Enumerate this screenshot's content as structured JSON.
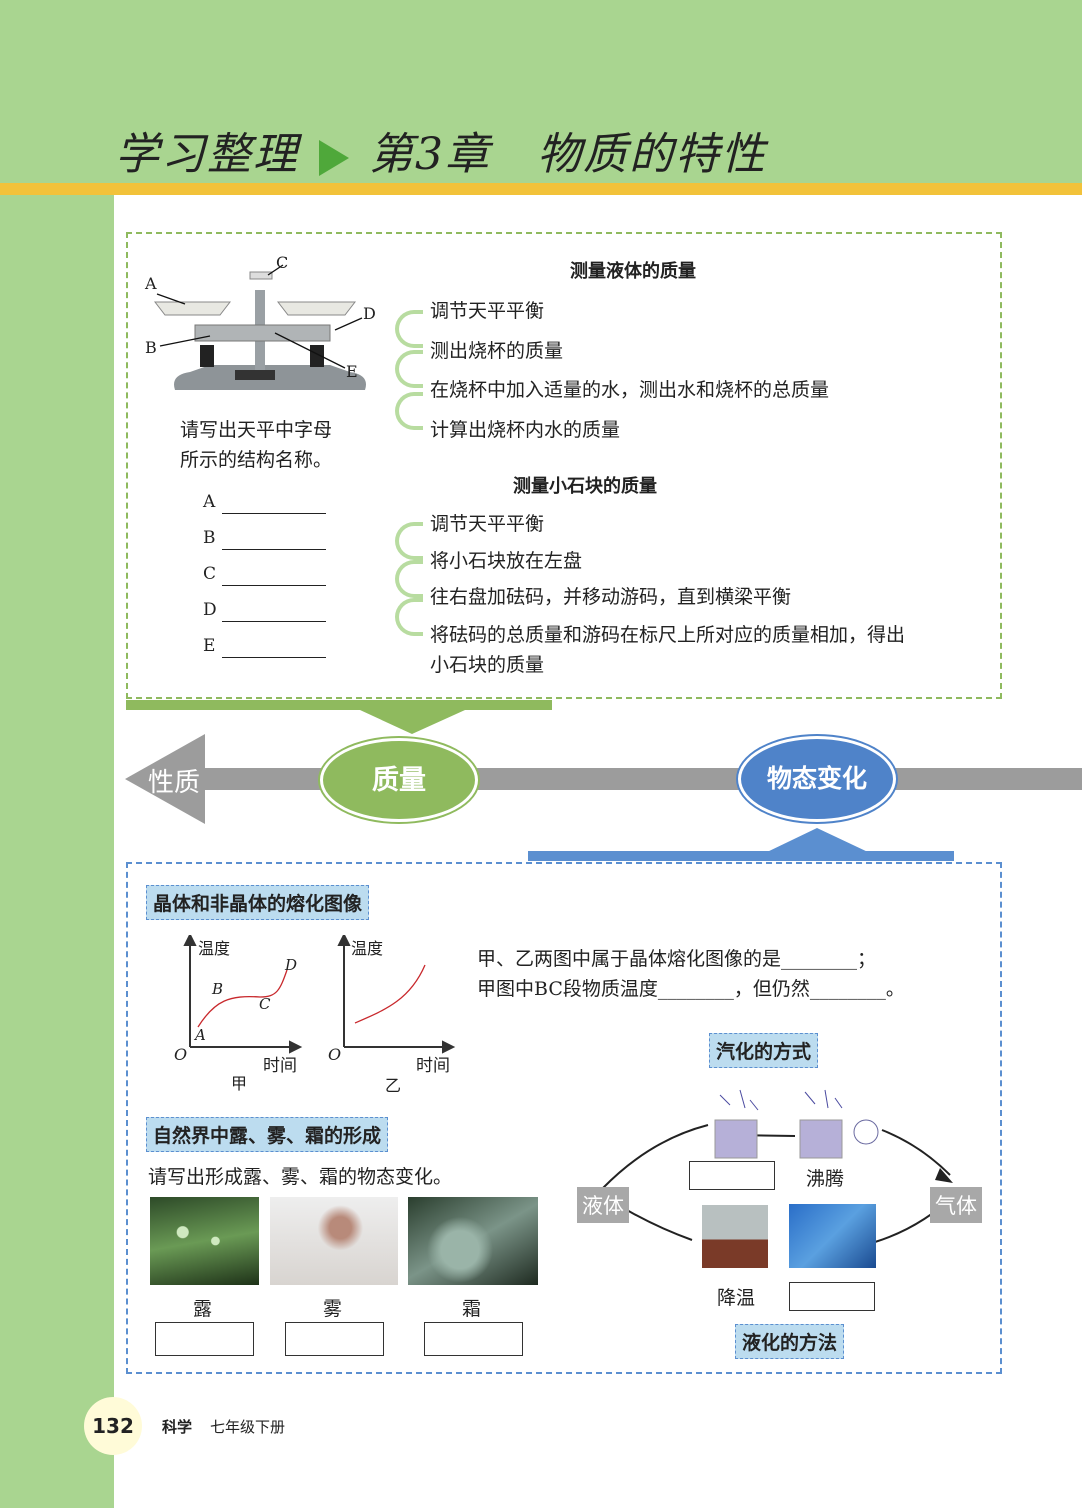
{
  "header": {
    "title_part1": "学习整理",
    "title_part2": "第3章　物质的特性"
  },
  "balance": {
    "labels": [
      "A",
      "B",
      "C",
      "D",
      "E"
    ],
    "prompt_line1": "请写出天平中字母",
    "prompt_line2": "所示的结构名称。",
    "answer_labels": [
      "A",
      "B",
      "C",
      "D",
      "E"
    ]
  },
  "liquid": {
    "heading": "测量液体的质量",
    "steps": [
      "调节天平平衡",
      "测出烧杯的质量",
      "在烧杯中加入适量的水，测出水和烧杯的总质量",
      "计算出烧杯内水的质量"
    ]
  },
  "stone": {
    "heading": "测量小石块的质量",
    "steps": [
      "调节天平平衡",
      "将小石块放在左盘",
      "往右盘加砝码，并移动游码，直到横梁平衡",
      "将砝码的总质量和游码在标尺上所对应的质量相加，得出",
      "小石块的质量"
    ]
  },
  "concept": {
    "property": "性质",
    "mass": "质量",
    "state_change": "物态变化"
  },
  "melting": {
    "tag": "晶体和非晶体的熔化图像",
    "ylabel": "温度",
    "xlabel": "时间",
    "origin": "O",
    "graph1": "甲",
    "graph2": "乙",
    "points": [
      "A",
      "B",
      "C",
      "D"
    ],
    "question1": "甲、乙两图中属于晶体熔化图像的是________；",
    "question2": "甲图中BC段物质温度________，但仍然________。"
  },
  "nature": {
    "tag": "自然界中露、雾、霜的形成",
    "prompt": "请写出形成露、雾、霜的物态变化。",
    "items": [
      "露",
      "雾",
      "霜"
    ]
  },
  "vapor": {
    "tag": "汽化的方式",
    "boiling": "沸腾",
    "liquid": "液体",
    "gas": "气体",
    "cooling": "降温",
    "liq_tag": "液化的方法"
  },
  "footer": {
    "page": "132",
    "subject": "科学",
    "grade": "七年级下册"
  },
  "colors": {
    "green": "#a9d590",
    "orange": "#f2c23a",
    "blue": "#5b8fd0"
  }
}
